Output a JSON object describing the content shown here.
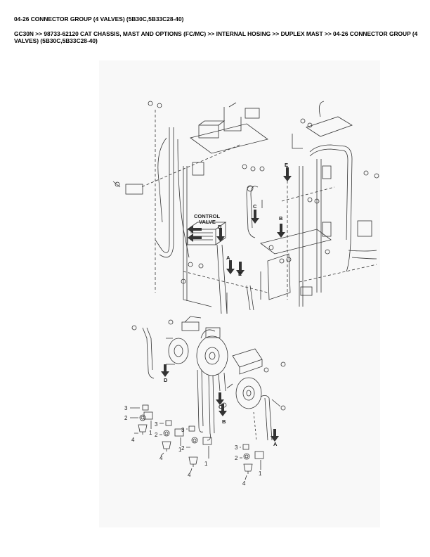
{
  "header": {
    "title": "04-26 CONNECTOR GROUP (4 VALVES) (5B30C,5B33C28-40)",
    "breadcrumb": "GC30N >> 98733-62120 CAT CHASSIS, MAST AND OPTIONS (FC/MC) >> INTERNAL HOSING >> DUPLEX MAST >> 04-26 CONNECTOR GROUP (4 VALVES) (5B30C,5B33C28-40)"
  },
  "diagram": {
    "control_valve_line1": "CONTROL",
    "control_valve_line2": "VALVE",
    "upper_letters": [
      "D",
      "C",
      "B",
      "E",
      "A",
      "E"
    ],
    "lower_letters": [
      "D",
      "C",
      "B",
      "A"
    ],
    "part_numbers": {
      "left": [
        "3",
        "2",
        "4",
        "1"
      ],
      "middle": [
        "3",
        "2",
        "4",
        "1"
      ],
      "center": [
        "3",
        "2",
        "4",
        "1"
      ],
      "right": [
        "3",
        "2",
        "4",
        "1"
      ]
    }
  }
}
